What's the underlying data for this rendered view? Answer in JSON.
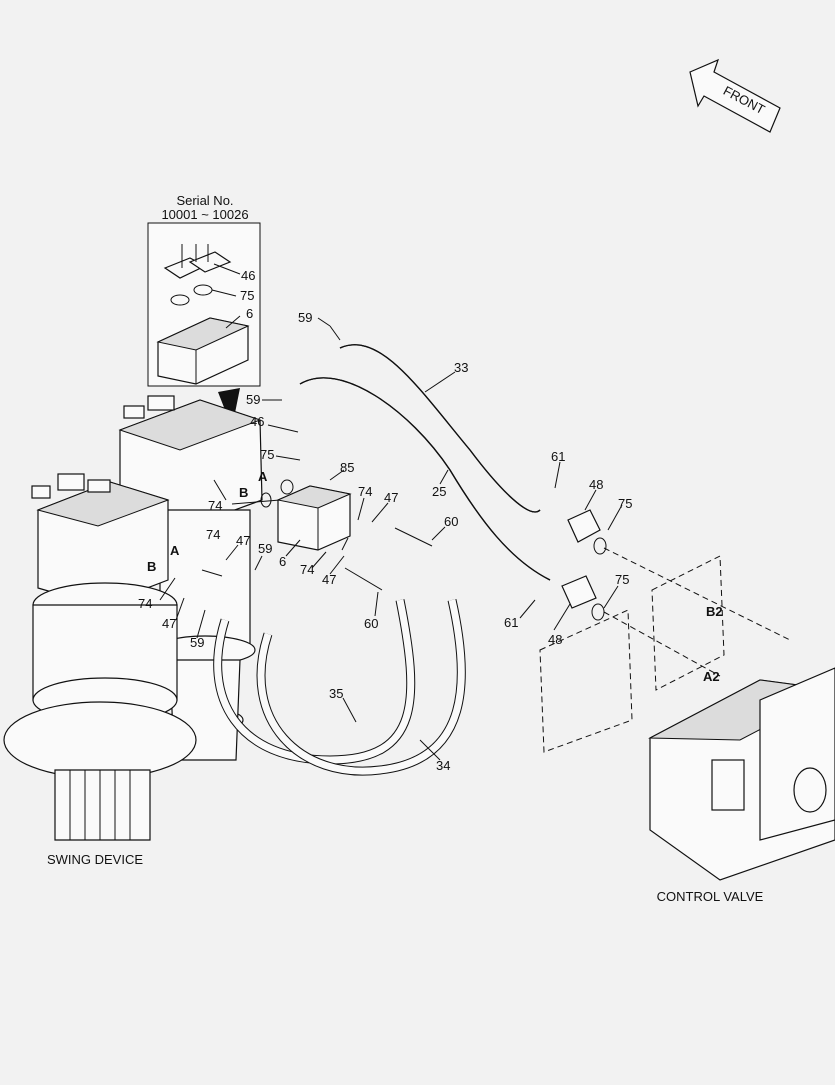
{
  "direction": {
    "label": "FRONT"
  },
  "inset": {
    "title": "Serial No.",
    "serial_range": "10001 ~ 10026",
    "labels": [
      "46",
      "75",
      "6"
    ]
  },
  "captions": {
    "swing_device": "SWING DEVICE",
    "control_valve": "CONTROL VALVE"
  },
  "port_labels": [
    "A",
    "B",
    "A",
    "B",
    "B2",
    "A2"
  ],
  "callouts": [
    "59",
    "33",
    "59",
    "46",
    "75",
    "85",
    "25",
    "61",
    "48",
    "75",
    "74",
    "74",
    "47",
    "60",
    "6",
    "74",
    "47",
    "74",
    "47",
    "59",
    "75",
    "61",
    "48",
    "60",
    "47",
    "74",
    "59",
    "35",
    "34"
  ],
  "icons": [
    "front-arrow-icon",
    "swing-device-icon",
    "control-valve-icon",
    "hose-icon",
    "flange-icon",
    "o-ring-icon",
    "bolt-icon",
    "block-icon",
    "gasket-icon"
  ]
}
